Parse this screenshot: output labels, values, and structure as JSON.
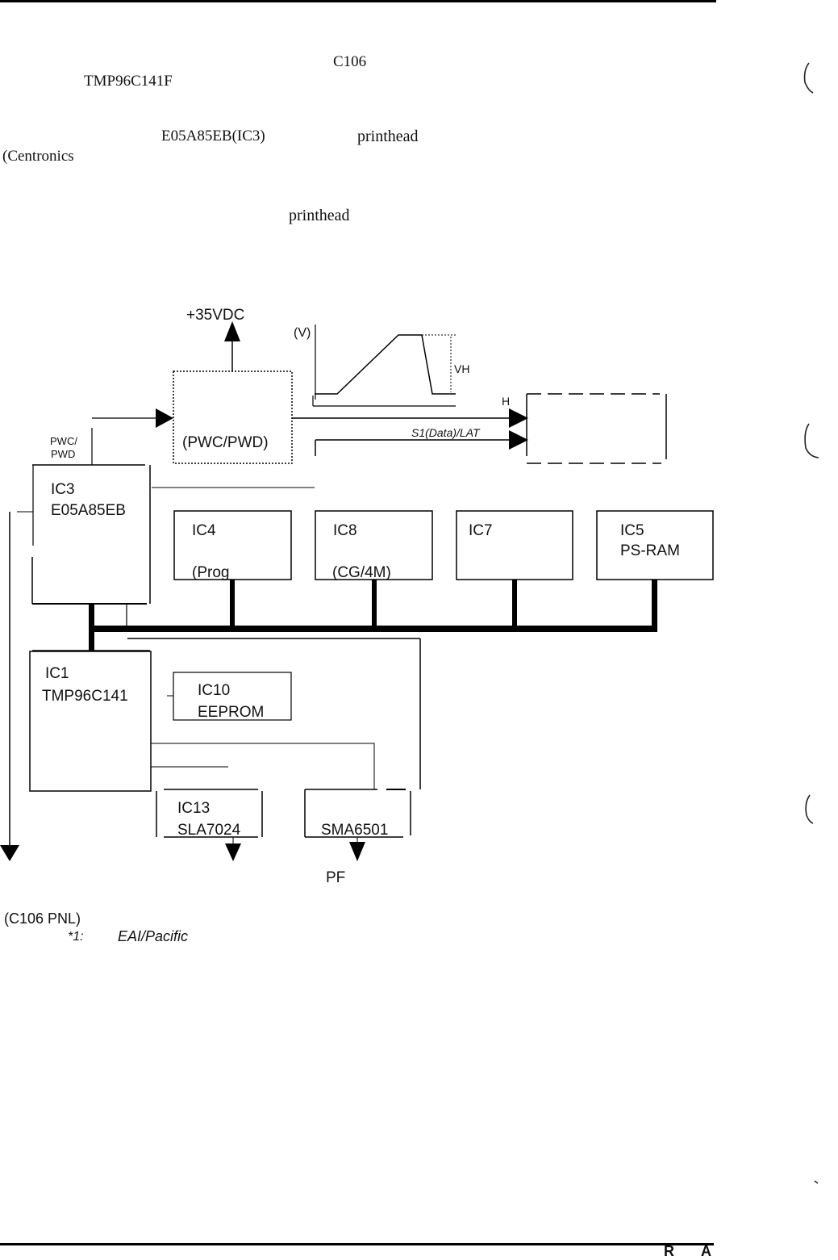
{
  "body_text": {
    "line1_c106": "C106",
    "line1_cpu": "TMP96C141F",
    "line2_gate_array": "E05A85EB(IC3)",
    "line2_printhead": "printhead",
    "line2_centronics": "(Centronics",
    "line3_printhead": "printhead"
  },
  "diagram": {
    "power_label": "+35VDC",
    "head_driver_label": "(PWC/PWD)",
    "pwc_pwd_label_1": "PWC/",
    "pwc_pwd_label_2": "PWD",
    "waveform_axis_label": "(V)",
    "waveform_vh_label": "VH",
    "head_signal_h": "H",
    "head_signal_data": "S1(Data)/LAT",
    "chips": [
      {
        "id": "IC3",
        "name": "E05A85EB",
        "sub": ""
      },
      {
        "id": "IC4",
        "name": "",
        "sub": "(Prog"
      },
      {
        "id": "IC8",
        "name": "",
        "sub": "(CG/4M)"
      },
      {
        "id": "IC7",
        "name": "",
        "sub": ""
      },
      {
        "id": "IC5",
        "name": "PS-RAM",
        "sub": ""
      },
      {
        "id": "IC1",
        "name": "TMP96C141",
        "sub": ""
      },
      {
        "id": "IC10",
        "name": "EEPROM",
        "sub": ""
      },
      {
        "id": "IC13",
        "name": "SLA7024",
        "sub": ""
      },
      {
        "id": "",
        "name": "SMA6501",
        "sub": ""
      }
    ],
    "pf_label": "PF"
  },
  "footnotes": {
    "panel": "(C106 PNL)",
    "note_marker": "*1:",
    "note_text": "EAI/Pacific"
  },
  "footer": {
    "letter_r": "R",
    "letter_a": "A"
  }
}
